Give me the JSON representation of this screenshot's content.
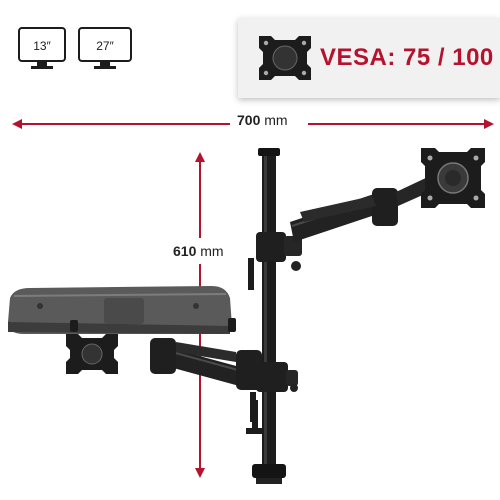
{
  "screens": [
    {
      "size": "13″"
    },
    {
      "size": "27″"
    }
  ],
  "vesa": {
    "label": "VESA: 75 / 100"
  },
  "dimensions": {
    "width": {
      "value": "700",
      "unit": "mm"
    },
    "height": {
      "value": "610",
      "unit": "mm"
    }
  },
  "colors": {
    "accent": "#b5122d",
    "mount_black": "#1c1c1c",
    "tray_grey": "#5a5a5a",
    "panel_bg": "#f1f1f1"
  }
}
